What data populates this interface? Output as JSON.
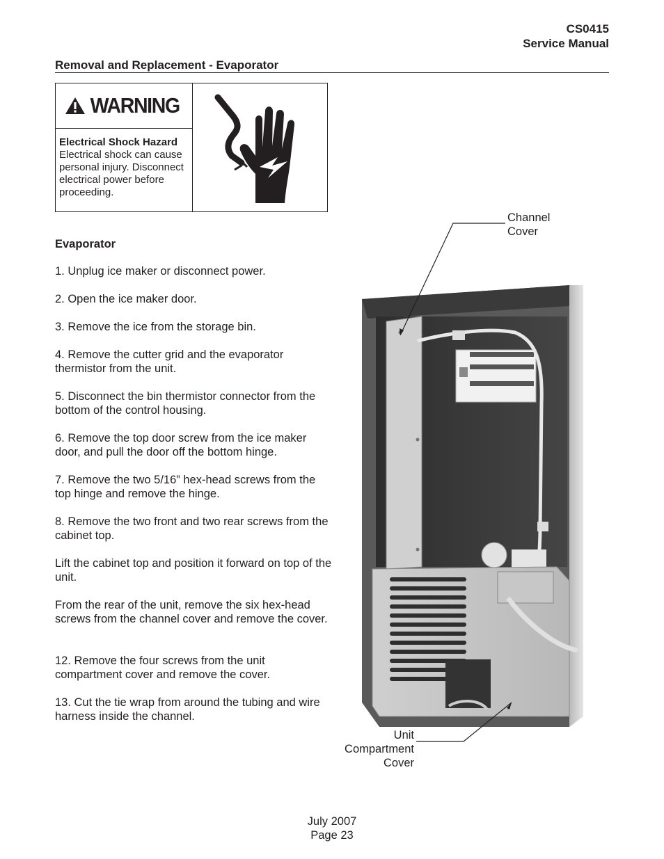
{
  "header": {
    "doc_code": "CS0415",
    "doc_type": "Service Manual"
  },
  "section_title": "Removal and Replacement - Evaporator",
  "warning": {
    "banner": "WARNING",
    "hazard_title": "Electrical Shock Hazard",
    "hazard_text": "Electrical shock can cause personal injury. Disconnect electrical power before proceeding."
  },
  "procedure": {
    "title": "Evaporator",
    "steps": [
      "1. Unplug ice maker or disconnect power.",
      "2. Open the ice maker door.",
      "3. Remove the ice from the storage bin.",
      "4. Remove the cutter grid and the evaporator thermistor from the unit.",
      "5. Disconnect the bin thermistor connector from the bottom of the control housing.",
      "6. Remove the top door screw from the ice maker door, and pull the door off the bottom hinge.",
      "7. Remove the two 5/16” hex-head screws from the top hinge and remove the hinge.",
      "8. Remove the two front and two rear screws from the cabinet top.",
      "Lift the cabinet top and position it forward on top of the unit.",
      "From the rear of the unit, remove the six hex-head screws from the channel cover and remove the cover.",
      "12. Remove the four screws from the unit compartment cover and remove the cover.",
      "13. Cut the tie wrap from around the tubing and wire harness inside the channel."
    ]
  },
  "figure": {
    "callout_top": [
      "Channel",
      "Cover"
    ],
    "callout_bottom": [
      "Unit",
      "Compartment",
      "Cover"
    ]
  },
  "footer": {
    "date": "July 2007",
    "page": "Page 23"
  }
}
